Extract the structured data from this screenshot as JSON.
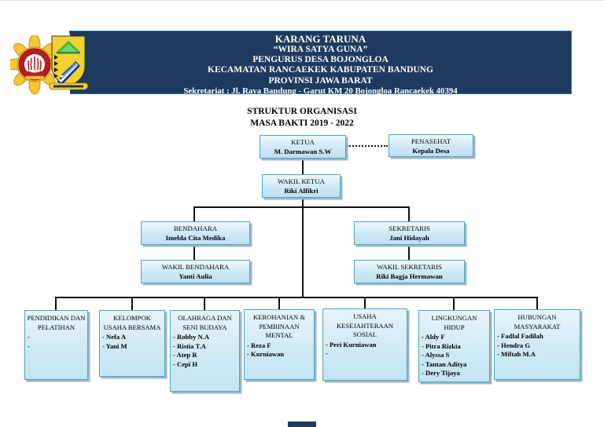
{
  "header": {
    "line1": "KARANG TARUNA",
    "line2": "“WIRA SATYA GUNA”",
    "line3": "PENGURUS DESA BOJONGLOA",
    "line4": "KECAMATAN RANCAEKEK KABUPATEN BANDUNG",
    "line5": "PROVINSI JAWA BARAT",
    "line6": "Sekretariat : Jl. Raya Bandung - Garut KM 20 Bojongloa Rancaekek 40394",
    "bg_color": "#1e3a5e",
    "logos": [
      "karang-taruna-logo",
      "kabupaten-bandung-logo"
    ]
  },
  "title": {
    "line1": "STRUKTUR ORGANISASI",
    "line2": "MASA BAKTI 2019 - 2022"
  },
  "chart": {
    "nodes": {
      "ketua": {
        "title": "KETUA",
        "name": "M. Darmawan S.W"
      },
      "penasehat": {
        "title": "PENASEHAT",
        "name": "Kepala Desa"
      },
      "wakil_ketua": {
        "title": "WAKIL KETUA",
        "name": "Riki Alfikri"
      },
      "bendahara": {
        "title": "BENDAHARA",
        "name": "Imelda Cita Medika"
      },
      "sekretaris": {
        "title": "SEKRETARIS",
        "name": "Jani Hidayah"
      },
      "wakil_bendahara": {
        "title": "WAKIL BENDAHARA",
        "name": "Yanti Aulia"
      },
      "wakil_sekretaris": {
        "title": "WAKIL SEKRETARIS",
        "name": "Riki Bagja Hermawan"
      }
    },
    "divisions": [
      {
        "title": "PENDIDIKAN DAN PELATIHAN",
        "members": [
          "-",
          "-"
        ]
      },
      {
        "title": "KELOMPOK USAHA BERSAMA",
        "members": [
          "- Nefa A",
          "- Yani M"
        ]
      },
      {
        "title": "OLAHRAGA DAN SENI BUDAYA",
        "members": [
          "- Robby N.A",
          "- Ristia T.A",
          "- Atep R",
          "- Cepi H"
        ]
      },
      {
        "title": "KEROHANIAN & PEMBINAAN MENTAL",
        "members": [
          "- Reza F",
          "- Kurniawan"
        ]
      },
      {
        "title": "USAHA KESEJAHTERAAN SOSIAL",
        "members": [
          "- Peri Kurniawan",
          "-"
        ]
      },
      {
        "title": "LINGKUNGAN HIDUP",
        "members": [
          "- Aldy F",
          "- Pitra Rizkia",
          "- Alyssa S",
          "- Tantan Aditya",
          "- Dery Tijaya"
        ]
      },
      {
        "title": "HUBUNGAN MASYARAKAT",
        "members": [
          "- Fadlal Fadilah",
          "- Hendra G",
          "- Miftah M.A"
        ]
      }
    ],
    "colors": {
      "box_fill": "#cfe9f6",
      "box_border": "#4fa3c6",
      "line": "#111111",
      "shadow": "#9db7c4"
    }
  }
}
